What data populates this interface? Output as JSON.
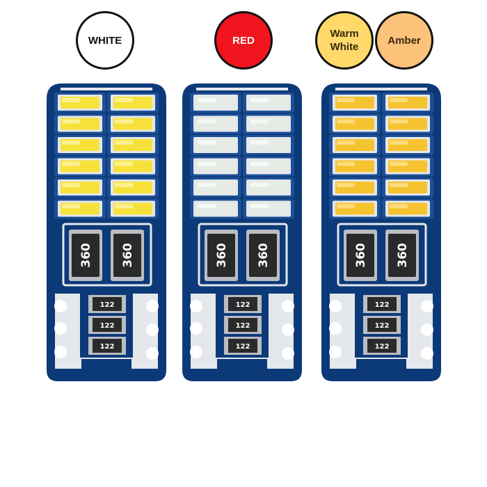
{
  "badges": {
    "white": {
      "label": "WHITE",
      "fill": "#ffffff"
    },
    "red": {
      "label": "RED",
      "fill": "#f0141e"
    },
    "warm_white": {
      "line1": "Warm",
      "line2": "White",
      "fill": "#ffd96a"
    },
    "amber": {
      "label": "Amber",
      "fill": "#fdc27a"
    }
  },
  "bulbs": [
    {
      "name": "white",
      "led_color": "#f6e23a",
      "led_highlight": "#fdf3a0"
    },
    {
      "name": "red",
      "led_color": "#e6ebe6",
      "led_highlight": "#f7faf7"
    },
    {
      "name": "amber",
      "led_color": "#f6c330",
      "led_highlight": "#fde08a"
    }
  ],
  "components": {
    "resistor_code": "360",
    "small_resistor_code": "122"
  },
  "colors": {
    "pcb": "#0c3a78",
    "pad": "#e4e7ec",
    "component": "#2a2a2a"
  }
}
